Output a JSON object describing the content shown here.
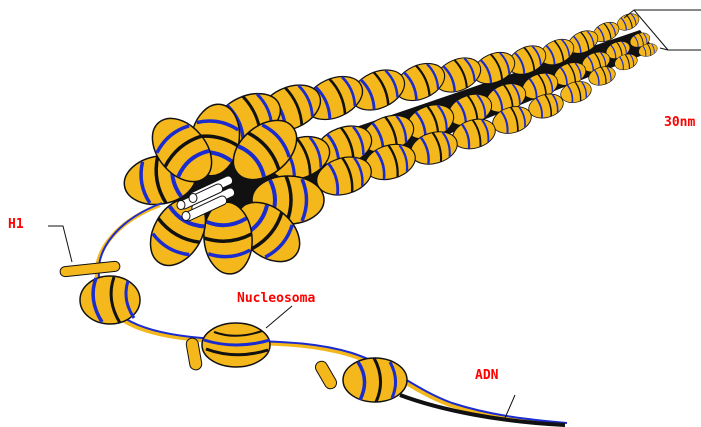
{
  "labels": {
    "h1": "H1",
    "nucleosome": "Nucleosoma",
    "dna": "ADN",
    "fiber": "30nm"
  },
  "colors": {
    "histone": "#f5b81c",
    "dna_blue": "#1a2bd0",
    "dark": "#111111",
    "label": "#ff0000"
  }
}
